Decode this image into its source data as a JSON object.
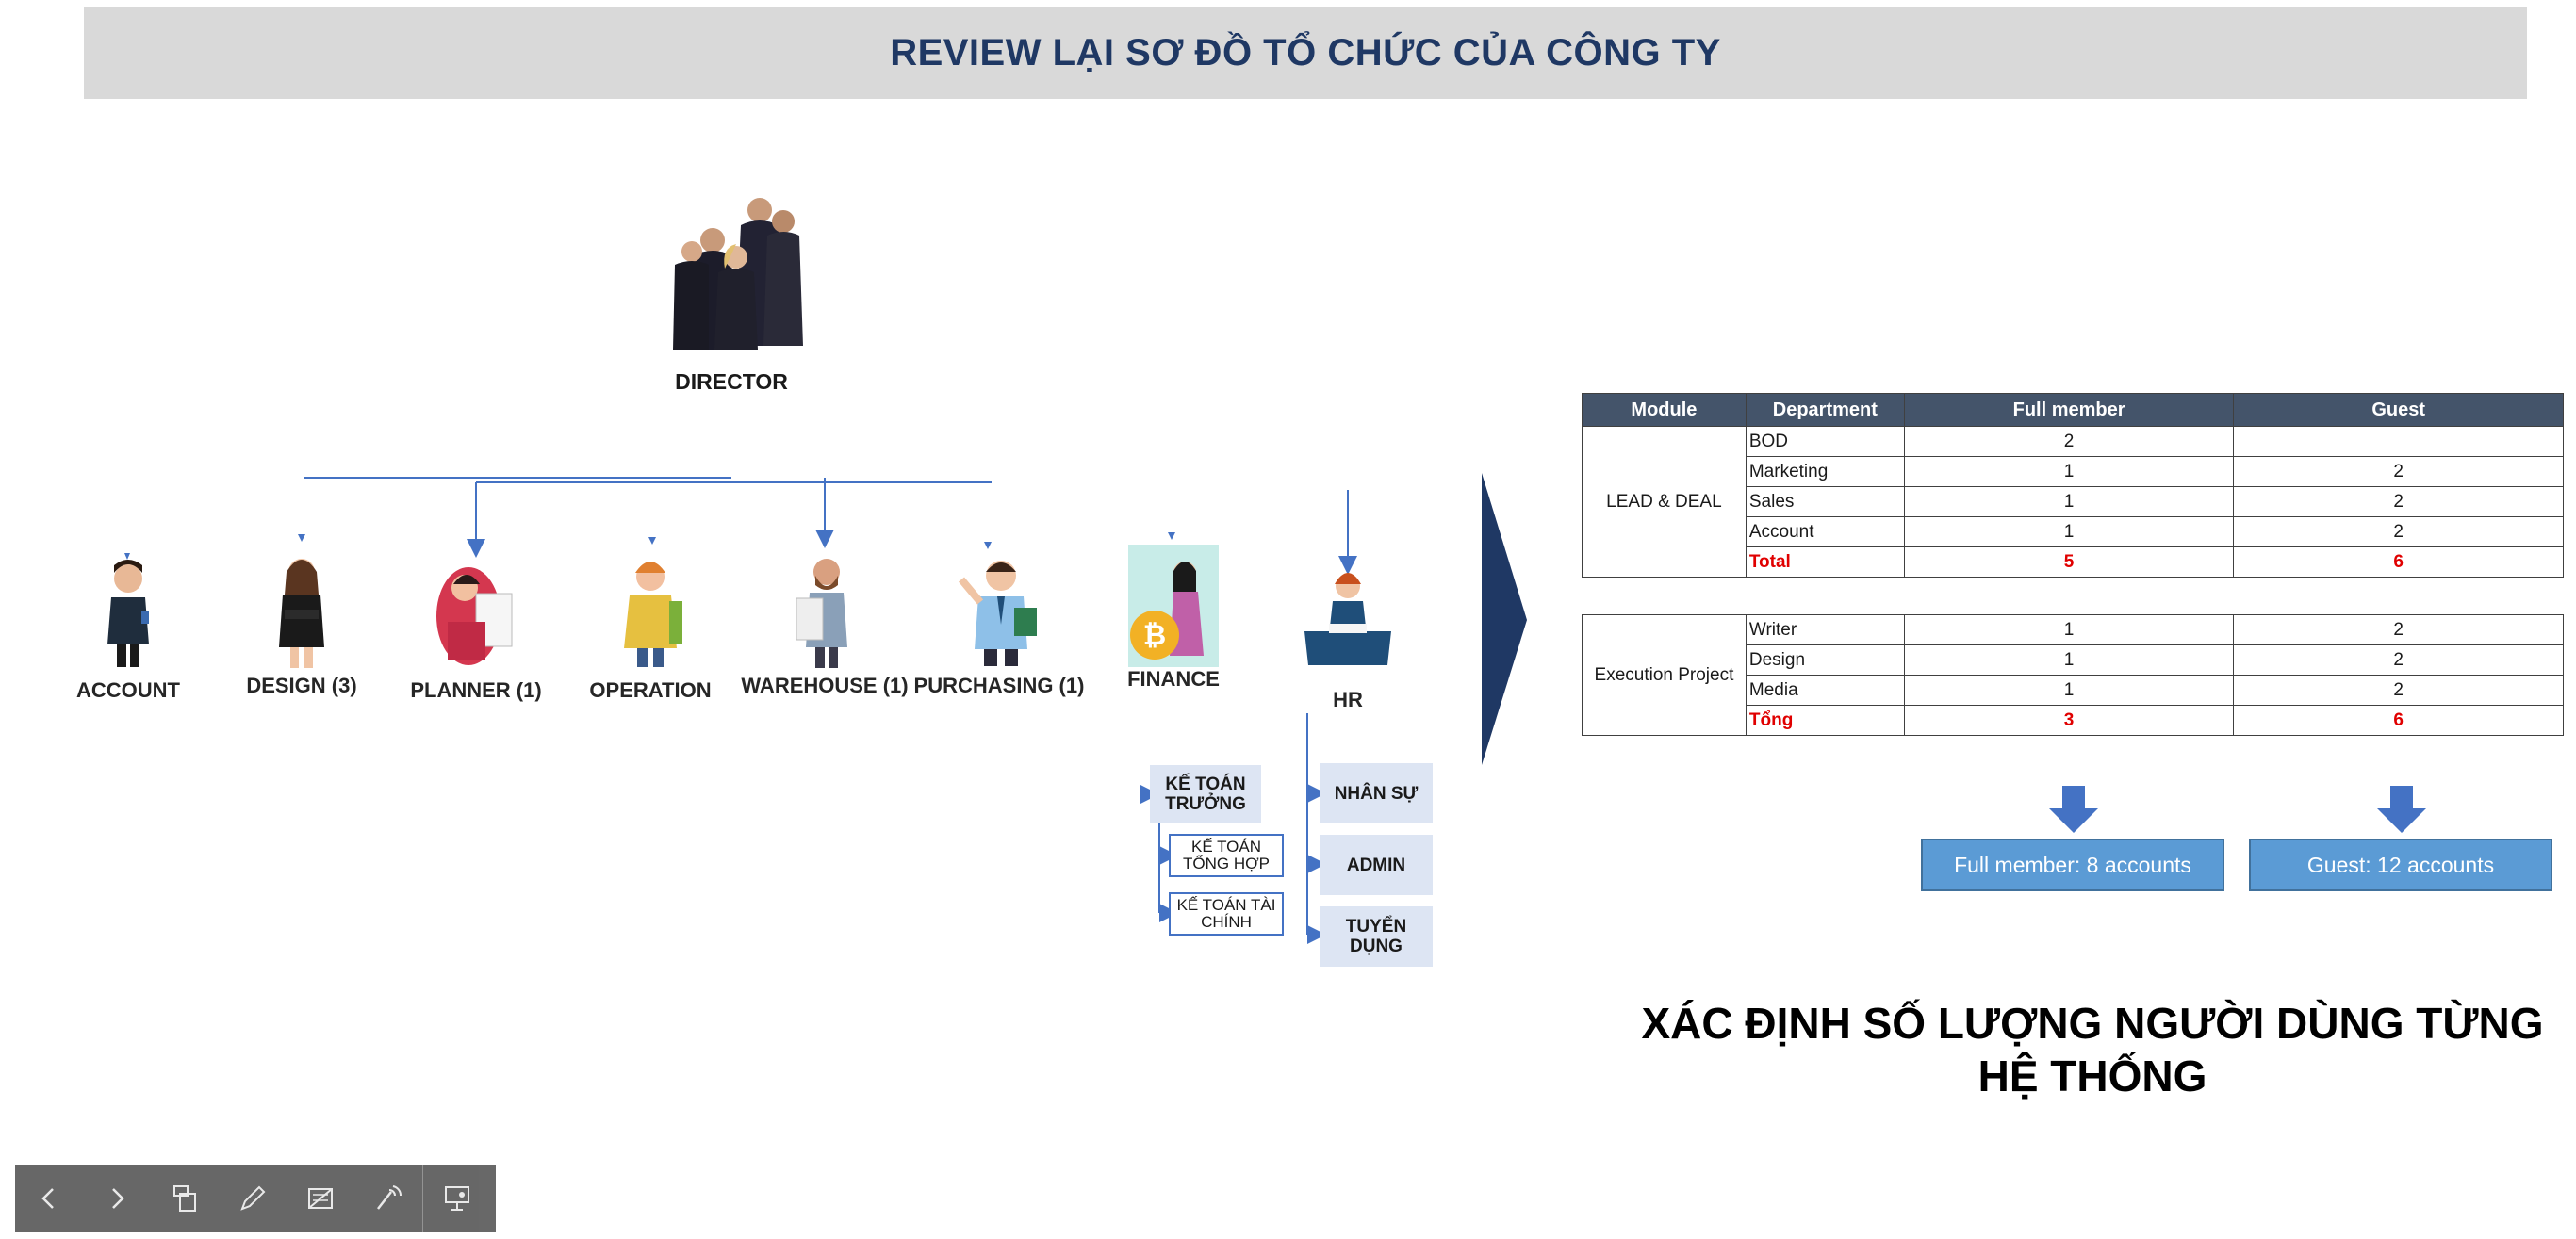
{
  "slide_title": "REVIEW LẠI SƠ ĐỒ TỔ CHỨC CỦA CÔNG TY",
  "director_label": "DIRECTOR",
  "departments": [
    {
      "label": "ACCOUNT",
      "icon": "man-phone-icon"
    },
    {
      "label": "DESIGN (3)",
      "icon": "woman-arms-crossed-icon"
    },
    {
      "label": "PLANNER (1)",
      "icon": "planner-paper-icon"
    },
    {
      "label": "OPERATION",
      "icon": "backpack-person-icon"
    },
    {
      "label": "WAREHOUSE (1)",
      "icon": "man-holding-sheet-icon"
    },
    {
      "label": "PURCHASING (1)",
      "icon": "man-clipboard-icon"
    },
    {
      "label": "FINANCE",
      "icon": "bitcoin-woman-icon"
    },
    {
      "label": "HR",
      "icon": "woman-desk-icon"
    }
  ],
  "finance_sub": {
    "head": "KẾ TOÁN TRƯỞNG",
    "items": [
      "KẾ TOÁN TỔNG HỢP",
      "KẾ TOÁN TÀI CHÍNH"
    ]
  },
  "hr_sub": [
    "NHÂN SỰ",
    "ADMIN",
    "TUYỂN DỤNG"
  ],
  "table": {
    "headers": [
      "Module",
      "Department",
      "Full member",
      "Guest"
    ],
    "groups": [
      {
        "module": "LEAD & DEAL",
        "rows": [
          {
            "dept": "BOD",
            "full": "2",
            "guest": ""
          },
          {
            "dept": "Marketing",
            "full": "1",
            "guest": "2"
          },
          {
            "dept": "Sales",
            "full": "1",
            "guest": "2"
          },
          {
            "dept": "Account",
            "full": "1",
            "guest": "2"
          },
          {
            "dept": "Total",
            "full": "5",
            "guest": "6",
            "total": true
          }
        ]
      },
      {
        "module": "Execution Project",
        "rows": [
          {
            "dept": "Writer",
            "full": "1",
            "guest": "2"
          },
          {
            "dept": "Design",
            "full": "1",
            "guest": "2"
          },
          {
            "dept": "Media",
            "full": "1",
            "guest": "2"
          },
          {
            "dept": "Tổng",
            "full": "3",
            "guest": "6",
            "total": true
          }
        ]
      }
    ]
  },
  "summary": {
    "full_member": "Full member: 8 accounts",
    "guest": "Guest: 12 accounts"
  },
  "bottom_title": "XÁC ĐỊNH SỐ LƯỢNG NGƯỜI DÙNG TỪNG HỆ THỐNG",
  "toolbar": [
    {
      "icon": "previous-slide-icon"
    },
    {
      "icon": "next-slide-icon"
    },
    {
      "icon": "slide-sorter-icon"
    },
    {
      "icon": "pen-icon"
    },
    {
      "icon": "hide-annotations-icon"
    },
    {
      "icon": "laser-pointer-icon"
    },
    {
      "icon": "presentation-options-icon"
    }
  ],
  "colors": {
    "title_text": "#1f3864",
    "banner_bg": "#d9d9d9",
    "connector": "#4472c4",
    "table_header_bg": "#44546a",
    "total_red": "#e00000",
    "summary_box": "#5b9bd5",
    "big_arrow": "#1f3864"
  }
}
